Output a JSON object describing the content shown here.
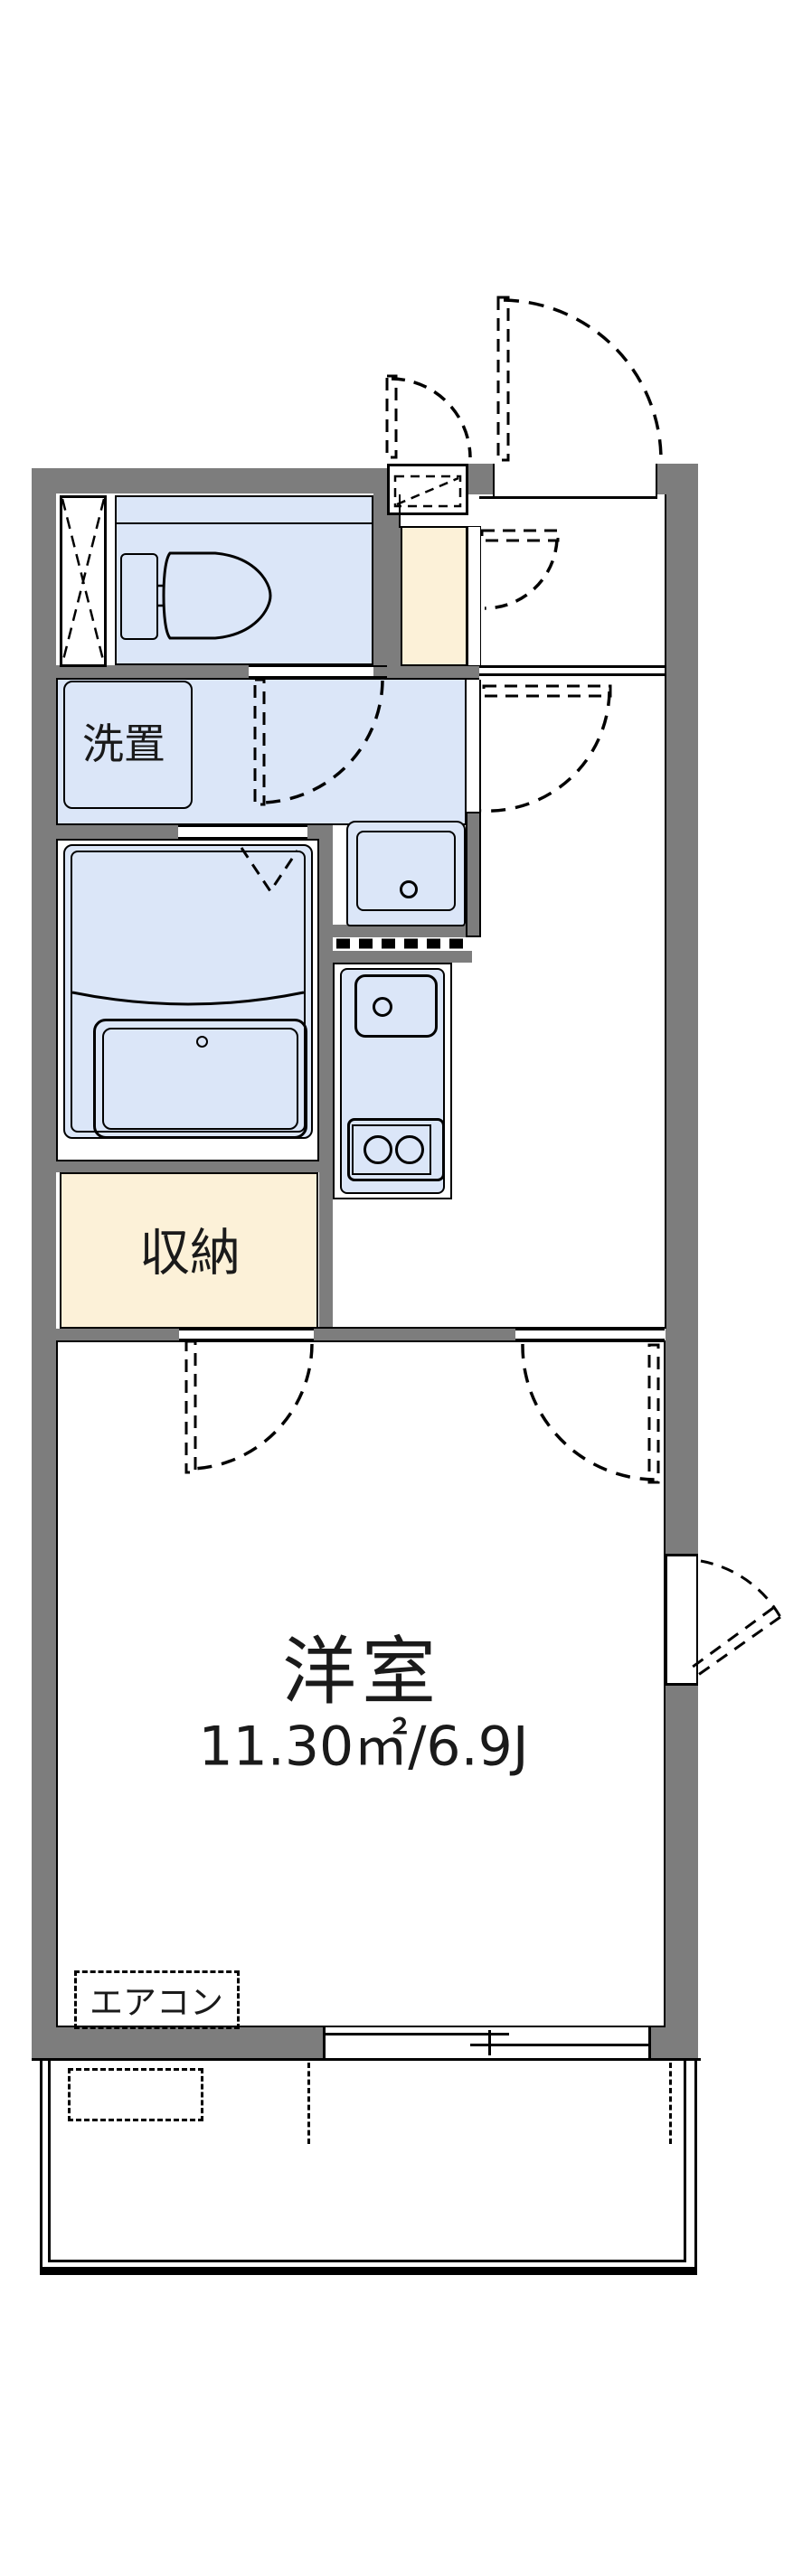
{
  "rooms": {
    "laundry": {
      "label": "洗置"
    },
    "storage": {
      "label": "収納"
    },
    "main": {
      "label": "洋室",
      "area": "11.30㎡/6.9J"
    },
    "aircon": {
      "label": "エアコン"
    }
  },
  "colors": {
    "wall": "#7d7d7d",
    "room": "#dbe6f8",
    "cream": "#fcf1d8",
    "line": "#000000",
    "bg": "#ffffff"
  }
}
